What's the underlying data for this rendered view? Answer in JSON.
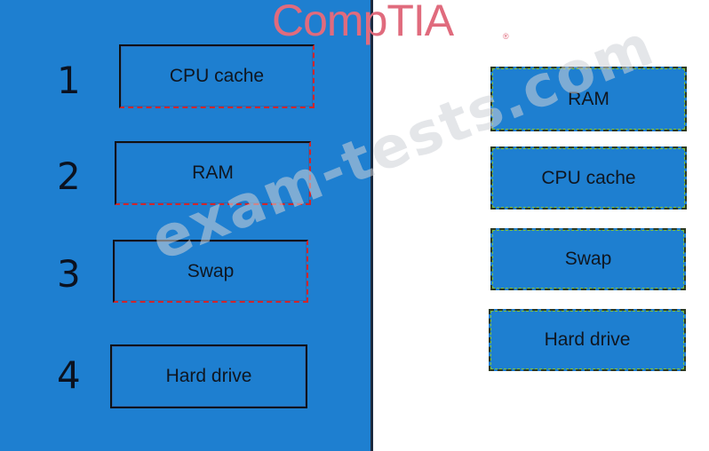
{
  "brand": {
    "name": "CompTIA",
    "registered_mark": "®"
  },
  "watermark": "exam-tests.com",
  "slots": [
    {
      "number": "1",
      "label": "CPU cache"
    },
    {
      "number": "2",
      "label": "RAM"
    },
    {
      "number": "3",
      "label": "Swap"
    },
    {
      "number": "4",
      "label": "Hard drive"
    }
  ],
  "options": [
    {
      "label": "RAM"
    },
    {
      "label": "CPU cache"
    },
    {
      "label": "Swap"
    },
    {
      "label": "Hard drive"
    }
  ],
  "colors": {
    "panel_blue": "#1e7fd0",
    "brand_pink": "#e06b7d",
    "slot_marker_red": "#d0262c",
    "option_border_green": "#7fc43a"
  }
}
